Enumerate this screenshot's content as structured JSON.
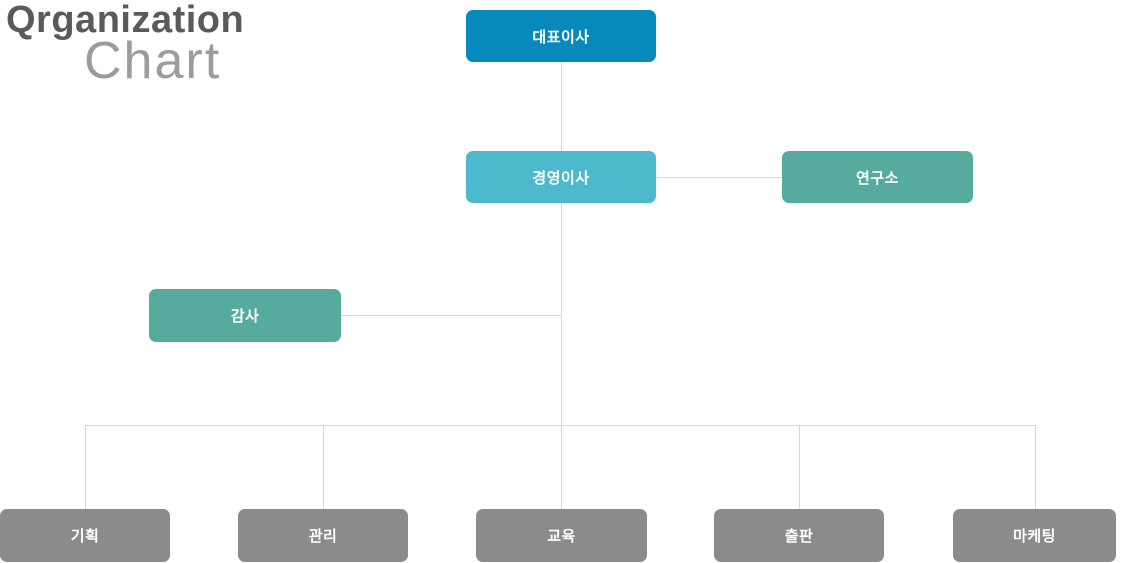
{
  "header": {
    "title_primary": "Qrganization",
    "title_secondary": "Chart"
  },
  "org": {
    "ceo": {
      "label": "대표이사",
      "color": "#0889bc"
    },
    "management": {
      "label": "경영이사",
      "color": "#4cb9cc"
    },
    "research": {
      "label": "연구소",
      "color": "#57ab9e"
    },
    "audit": {
      "label": "감사",
      "color": "#57ab9e"
    },
    "departments": [
      {
        "label": "기획"
      },
      {
        "label": "관리"
      },
      {
        "label": "교육"
      },
      {
        "label": "출판"
      },
      {
        "label": "마케팅"
      }
    ],
    "department_color": "#8b8b8b"
  },
  "colors": {
    "connector_line": "#d6d6d6",
    "title_primary": "#5a5a5a",
    "title_secondary": "#9c9c9c",
    "node_text": "#ffffff",
    "background": "#ffffff"
  },
  "hierarchy": {
    "root": "대표이사",
    "children_of_root": [
      "경영이사"
    ],
    "linked_to_management": [
      "연구소",
      "감사"
    ],
    "departments_under_management": [
      "기획",
      "관리",
      "교육",
      "출판",
      "마케팅"
    ]
  }
}
